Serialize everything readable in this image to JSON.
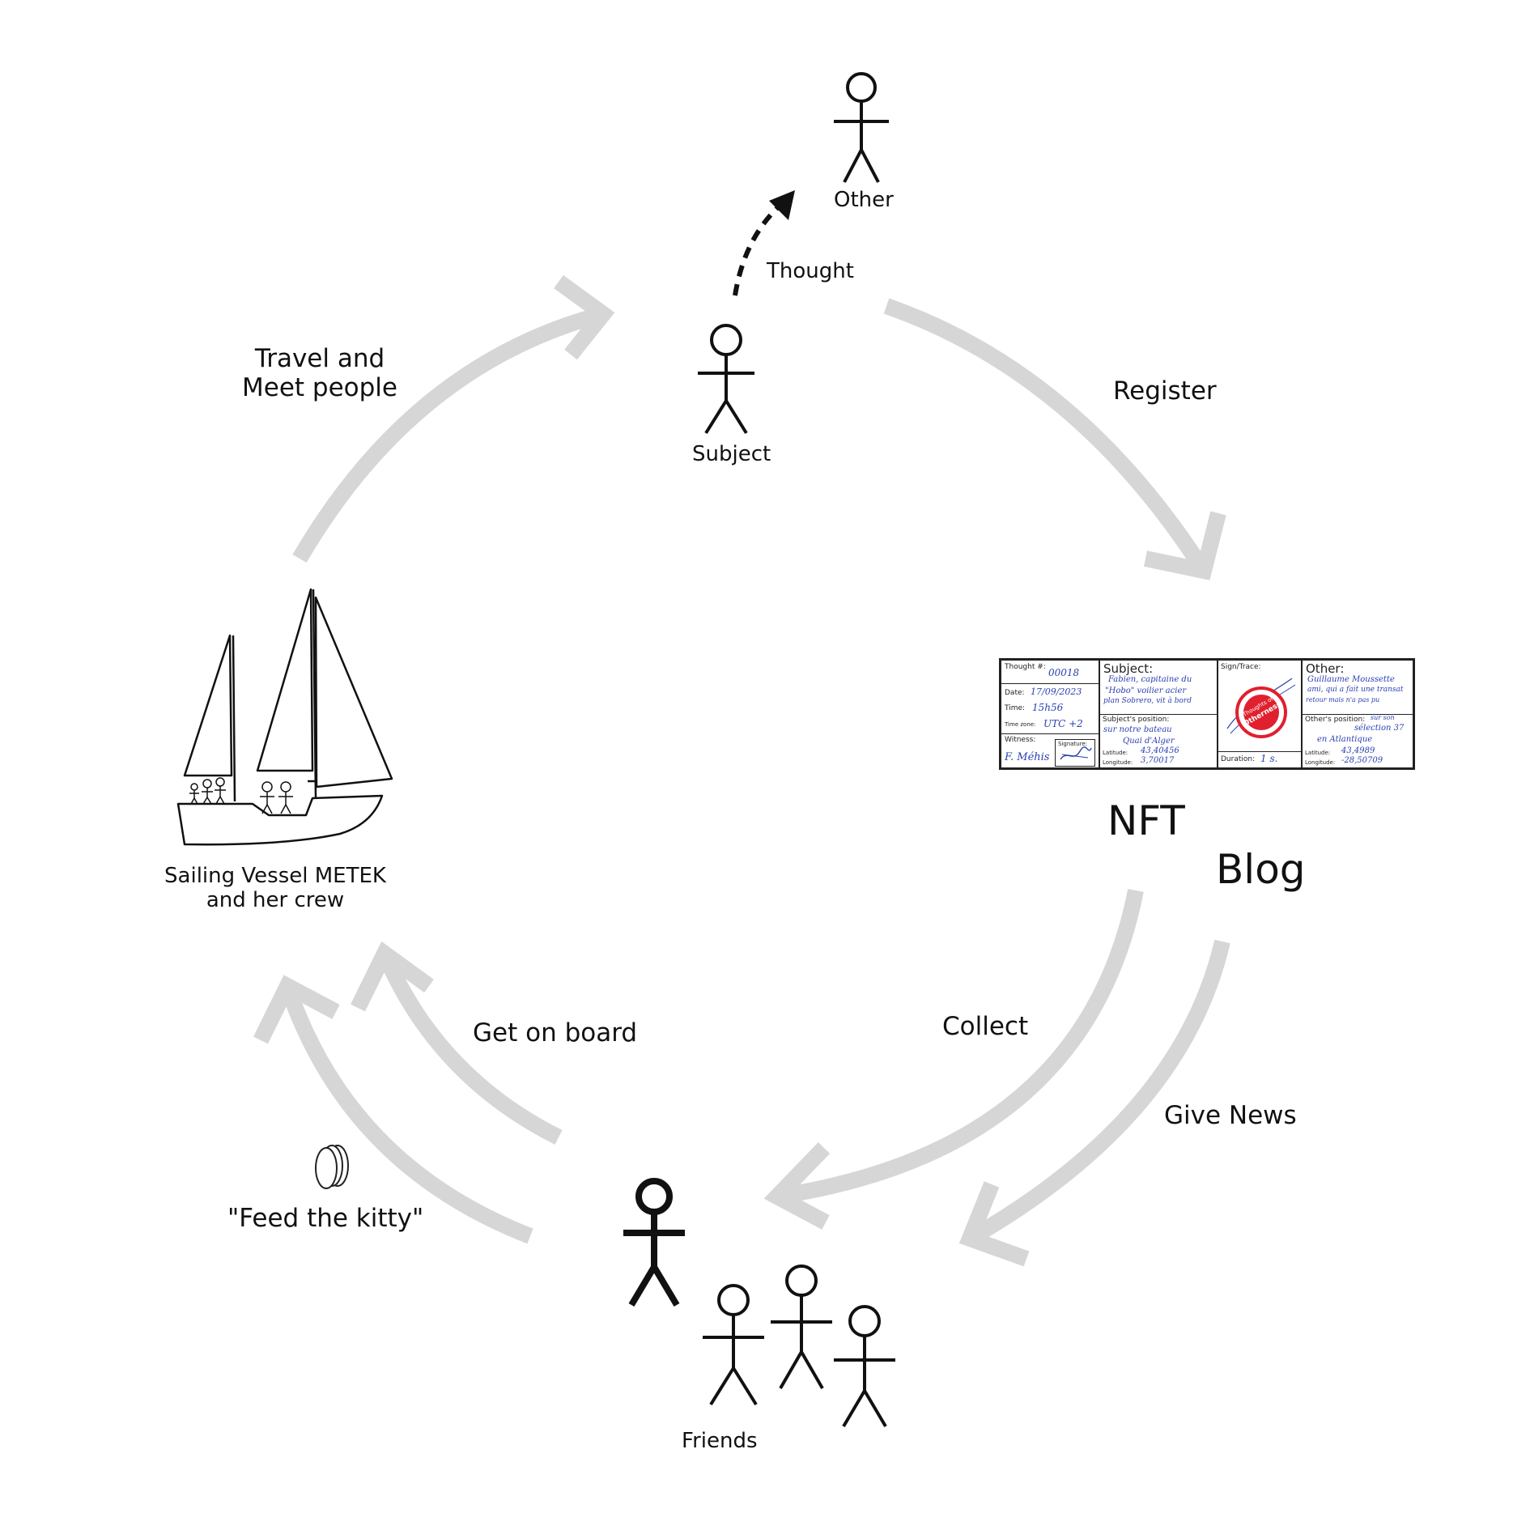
{
  "labels": {
    "other": "Other",
    "thought": "Thought",
    "subject": "Subject",
    "register": "Register",
    "travel_line1": "Travel and",
    "travel_line2": "Meet people",
    "vessel_line1": "Sailing Vessel METEK",
    "vessel_line2": "and her crew",
    "nft": "NFT",
    "blog": "Blog",
    "collect": "Collect",
    "give_news": "Give News",
    "get_on_board": "Get on board",
    "feed_kitty": "\"Feed the kitty\"",
    "friends": "Friends"
  },
  "nft_card": {
    "thought_no_label": "Thought #:",
    "thought_no_value": "00018",
    "date_label": "Date:",
    "date_value": "17/09/2023",
    "time_label": "Time:",
    "time_value": "15h56",
    "timezone_label": "Time zone:",
    "timezone_value": "UTC +2",
    "witness_label": "Witness:",
    "witness_value": "F. Méhis",
    "signature_label": "Signature:",
    "subject_label": "Subject:",
    "subject_value_1": "Fabien, capitaine du",
    "subject_value_2": "\"Hobo\" voilier acier",
    "subject_value_3": "plan Sobrero, vit à bord",
    "subject_position_label": "Subject's position:",
    "subject_position_value_1": "sur notre bateau",
    "subject_position_value_2": "Quai d'Alger",
    "latitude_label": "Latitude:",
    "subject_latitude": "43,40456",
    "longitude_label": "Longitude:",
    "subject_longitude": "3,70017",
    "sign_trace_label": "Sign/Trace:",
    "stamp_text_1": "Thoughts of",
    "stamp_text_2": "Otherness",
    "duration_label": "Duration:",
    "duration_value": "1 s.",
    "other_label": "Other:",
    "other_value_1": "Guillaume Moussette",
    "other_value_2": "ami, qui a fait une transat",
    "other_value_3": "retour mais n'a pas pu",
    "other_position_label": "Other's position:",
    "other_position_value_1": "sur son",
    "other_position_value_2": "sélection 37",
    "other_position_value_3": "en Atlantique",
    "other_latitude": "43,4989",
    "other_longitude": "-28,50709"
  },
  "colors": {
    "cycle_arrow": "#d6d6d6",
    "ink": "#111111",
    "pen": "#2a3fb0",
    "stamp": "#e0202e"
  },
  "icons": [
    "stick-figure-icon",
    "dashed-arrow-icon",
    "sailboat-icon",
    "coins-icon",
    "stamp-icon"
  ]
}
